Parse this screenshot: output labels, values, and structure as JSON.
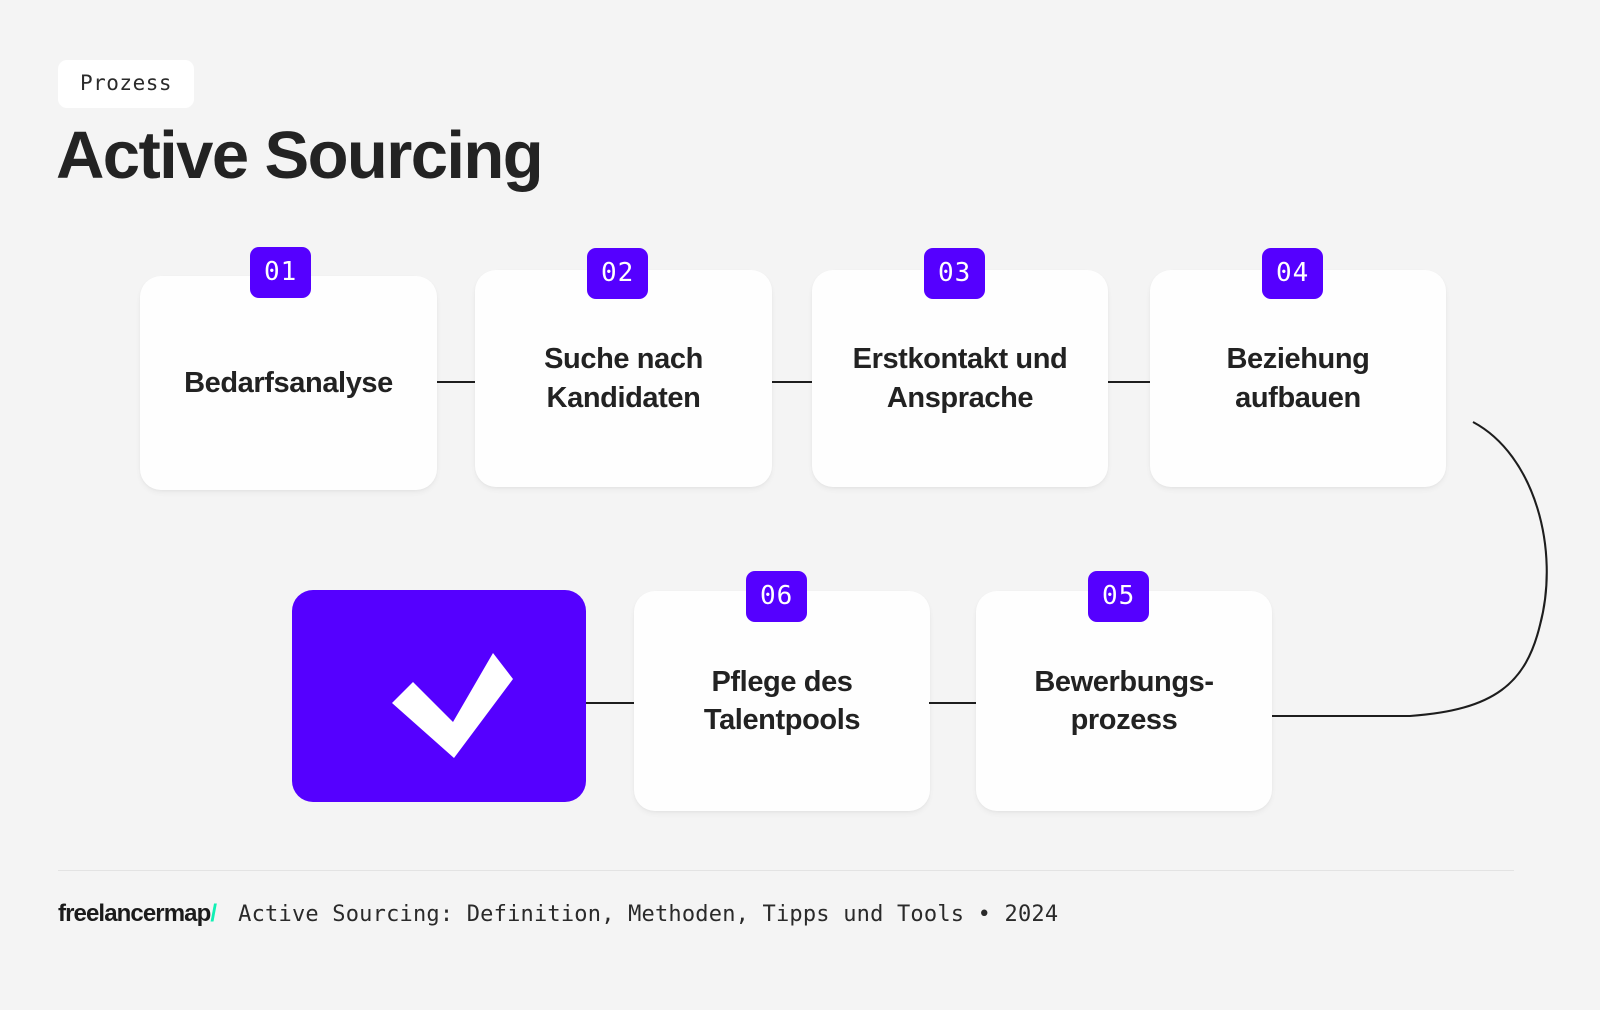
{
  "page": {
    "background_color": "#f4f4f4",
    "accent_color": "#5500ff",
    "brand_slash_color": "#0ff0b4",
    "card_color": "#fefefe"
  },
  "header": {
    "eyebrow": "Prozess",
    "title": "Active Sourcing"
  },
  "flow": {
    "steps": [
      {
        "number": "01",
        "label": "Bedarfsanalyse"
      },
      {
        "number": "02",
        "label": "Suche nach\nKandidaten"
      },
      {
        "number": "03",
        "label": "Erstkontakt und\nAnsprache"
      },
      {
        "number": "04",
        "label": "Beziehung\naufbauen"
      },
      {
        "number": "05",
        "label": "Bewerbungs-\nprozess"
      },
      {
        "number": "06",
        "label": "Pflege des\nTalentpools"
      }
    ],
    "completion_icon": "checkmark-icon"
  },
  "footer": {
    "brand_name": "freelancermap",
    "brand_slash": "/",
    "caption": "Active Sourcing: Definition, Methoden, Tipps und Tools • 2024"
  }
}
